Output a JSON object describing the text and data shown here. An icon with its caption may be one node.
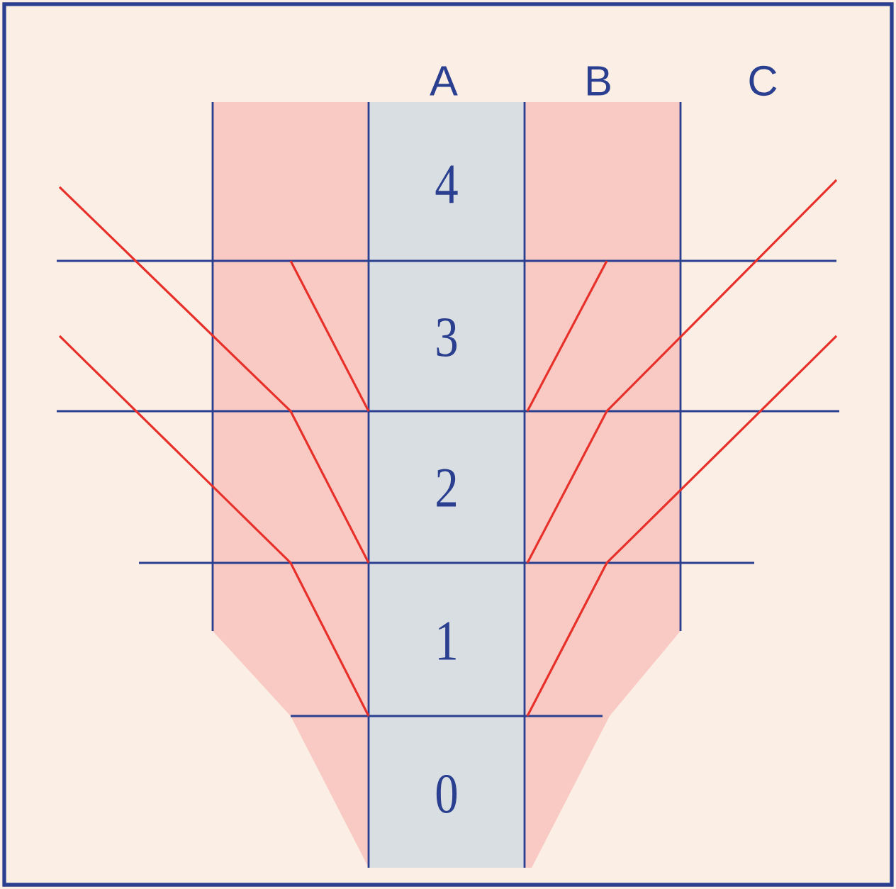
{
  "diagram": {
    "labels": [
      "A",
      "B",
      "C",
      "4",
      "3",
      "2",
      "1",
      "0"
    ]
  }
}
